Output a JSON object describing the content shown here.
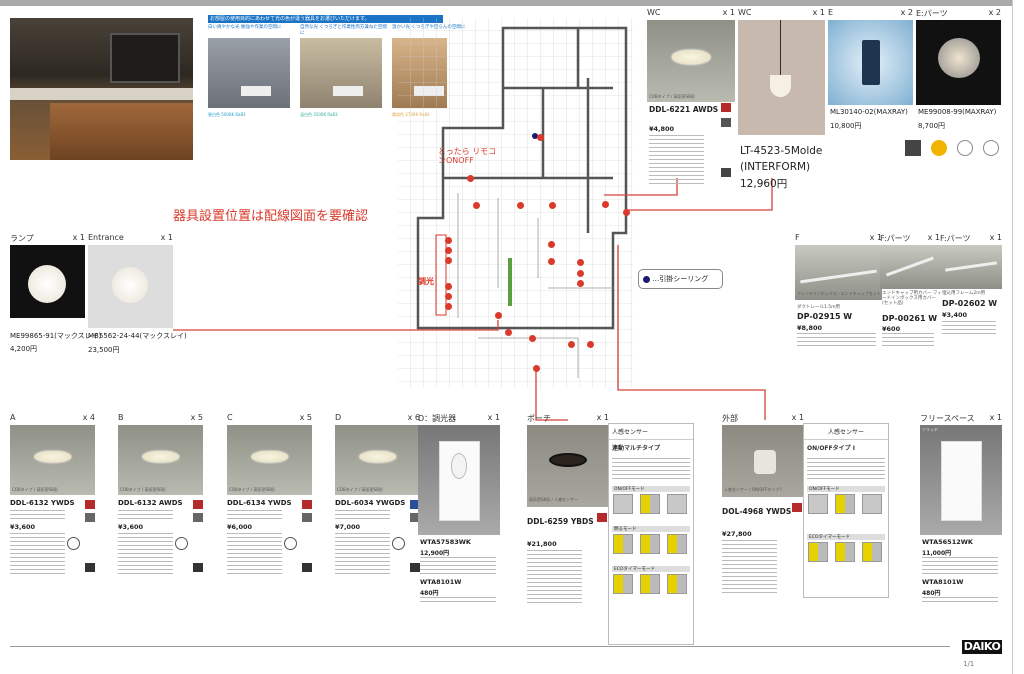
{
  "note": "器具設置位置は配線図面を要確認",
  "color_panel": {
    "banner": "お部屋の使用目的にあわせて光の色が違う器具をお選びいただけます。",
    "options": [
      {
        "title": "白い爽やかな光 勉強や作業の空間に",
        "tag": "昼白色 5000K Ra83"
      },
      {
        "title": "自然な光 くつろぎと作業性両方兼ねた空間に",
        "tag": "温白色 3500K Ra83"
      },
      {
        "title": "温かい光 くつろぎや団らんの空間に",
        "tag": "電球色 2700K Ra83"
      }
    ]
  },
  "plan": {
    "remote_note": "とったら リモコンONOFF",
    "dimmer_note": "調光",
    "legend": "…引掛シーリング"
  },
  "top_products": [
    {
      "label": "WC",
      "qty": "x 1",
      "model": "DDL-6221 AWDS",
      "price": "¥4,800",
      "caption": "COBタイプ / 高気密SB形"
    },
    {
      "label": "WC",
      "qty": "x 1",
      "model": "LT-4523-5Molde (INTERFORM)",
      "price": "12,960円"
    },
    {
      "label": "E",
      "qty": "x 2",
      "model": "ML30140-02(MAXRAY)",
      "price": "10,800円"
    },
    {
      "label": "E:パーツ",
      "qty": "x 2",
      "model": "ME99008-99(MAXRAY)",
      "price": "8,700円"
    }
  ],
  "mid_products": [
    {
      "label": "ランプ",
      "qty": "x 1",
      "model": "ME99865-91(マックスレイ)",
      "price": "4,200円"
    },
    {
      "label": "Entrance",
      "qty": "x 1",
      "model": "MB5562-24-44(マックスレイ)",
      "price": "23,500円"
    }
  ],
  "f_products": [
    {
      "label": "F",
      "qty": "x 1",
      "desc": "ダクトレール1.5m用",
      "model": "DP-02915 W",
      "price": "¥8,800",
      "caption": "フィードインボックス・エンドキャップセット"
    },
    {
      "label": "F:パーツ",
      "qty": "x 1",
      "desc": "エンドキャップ用カバー フィードインボックス用カバー (セット品)",
      "model": "DP-00261 W",
      "price": "¥600"
    },
    {
      "label": "F:パーツ",
      "qty": "x 1",
      "desc": "埋込用フレーム2m用",
      "model": "DP-02602 W",
      "price": "¥3,400"
    }
  ],
  "bottom_products": [
    {
      "label": "A",
      "qty": "x 4",
      "model": "DDL-6132 YWDS",
      "price": "¥3,600",
      "caption": "COBタイプ / 高気密SB形"
    },
    {
      "label": "B",
      "qty": "x 5",
      "model": "DDL-6132 AWDS",
      "price": "¥3,600",
      "caption": "COBタイプ / 高気密SB形"
    },
    {
      "label": "C",
      "qty": "x 5",
      "model": "DDL-6134 YWDS",
      "price": "¥6,000",
      "caption": "COBタイプ / 高気密SB形"
    },
    {
      "label": "D",
      "qty": "x 6",
      "model": "DDL-6034 YWGDS",
      "price": "¥7,000",
      "caption": "COBタイプ / 高気密SB形"
    }
  ],
  "dimmer": {
    "label": "D：調光器",
    "qty": "x 1",
    "model": "WTA57583WK",
    "price": "12,900円",
    "sub_model": "WTA8101W",
    "sub_price": "480円"
  },
  "porch": {
    "label": "ポーチ",
    "qty": "x 1",
    "model": "DDL-6259 YBDS",
    "price": "¥21,800",
    "caption": "高気密SB形 / 人感センサー",
    "sensor_title": "人感センサー",
    "sensor_type": "連動マルチタイプ",
    "modes": [
      "ON/OFFモード",
      "明るモード",
      "ECOタイマーモード"
    ]
  },
  "outdoor": {
    "label": "外部",
    "qty": "x 1",
    "model": "DOL-4968 YWDS",
    "price": "¥27,800",
    "caption": "人感センサー / ON/OFFタイプ I",
    "sensor_title": "人感センサー",
    "sensor_type": "ON/OFFタイプ I",
    "modes": [
      "ON/OFFモード",
      "ECOタイマーモード"
    ]
  },
  "free": {
    "label": "フリースペース",
    "qty": "x 1",
    "model": "WTA56512WK",
    "price": "11,000円",
    "sub_model": "WTA8101W",
    "sub_price": "480円",
    "caption": "ソリッド"
  },
  "footer": {
    "brand": "DAIKO",
    "page": "1/1"
  },
  "colors": {
    "accent_red": "#d93a2b",
    "line_red": "#d2433a",
    "banner_blue": "#1a73c4"
  }
}
